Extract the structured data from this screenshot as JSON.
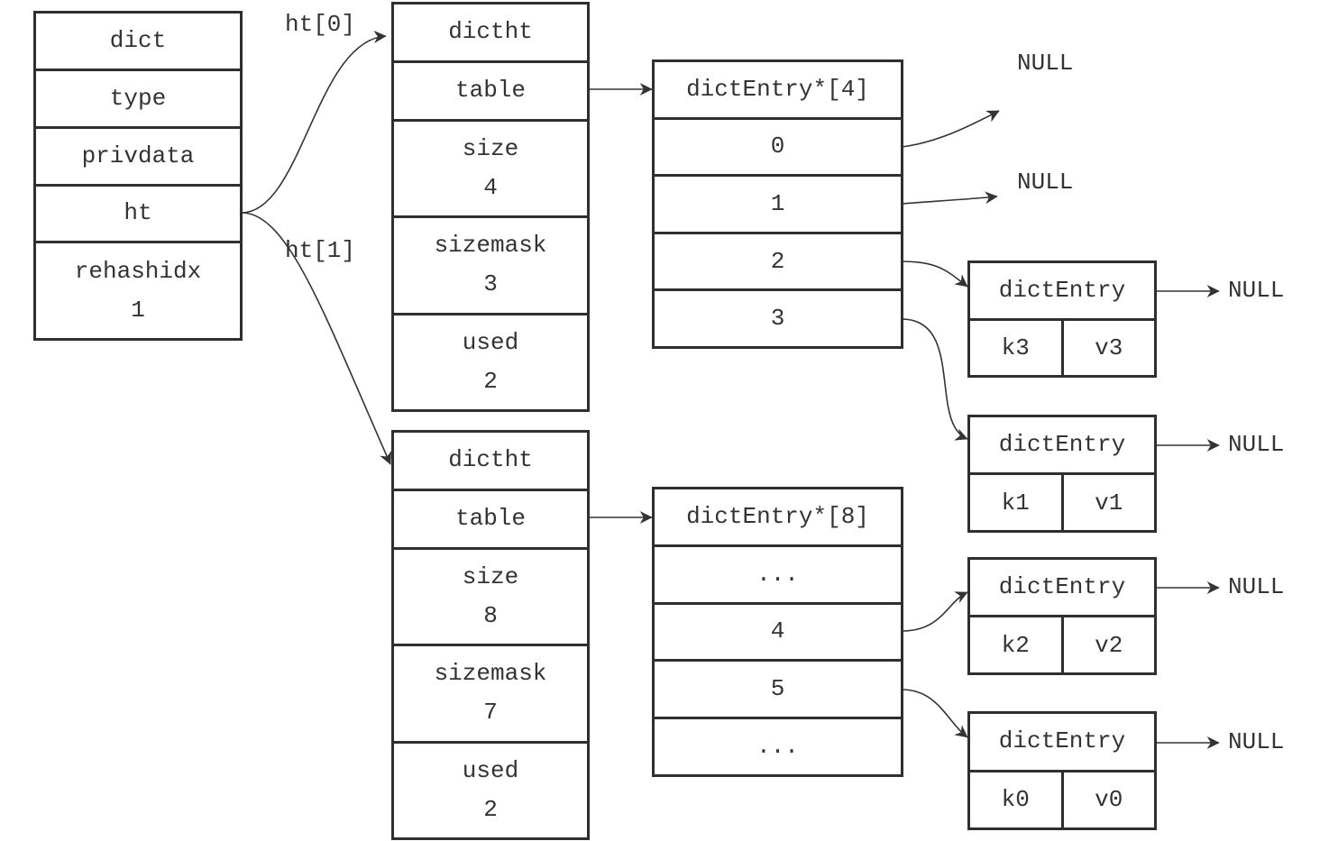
{
  "dict": {
    "title": "dict",
    "fields": [
      "type",
      "privdata",
      "ht"
    ],
    "rehashidx_label": "rehashidx",
    "rehashidx_value": "1"
  },
  "ht_labels": [
    "ht[0]",
    "ht[1]"
  ],
  "dictht": [
    {
      "title": "dictht",
      "table_label": "table",
      "size_label": "size",
      "size": "4",
      "sizemask_label": "sizemask",
      "sizemask": "3",
      "used_label": "used",
      "used": "2"
    },
    {
      "title": "dictht",
      "table_label": "table",
      "size_label": "size",
      "size": "8",
      "sizemask_label": "sizemask",
      "sizemask": "7",
      "used_label": "used",
      "used": "2"
    }
  ],
  "arrays": [
    {
      "title": "dictEntry*[4]",
      "slots": [
        "0",
        "1",
        "2",
        "3"
      ]
    },
    {
      "title": "dictEntry*[8]",
      "slots": [
        "...",
        "4",
        "5",
        "..."
      ]
    }
  ],
  "entries": [
    {
      "title": "dictEntry",
      "key": "k3",
      "value": "v3"
    },
    {
      "title": "dictEntry",
      "key": "k1",
      "value": "v1"
    },
    {
      "title": "dictEntry",
      "key": "k2",
      "value": "v2"
    },
    {
      "title": "dictEntry",
      "key": "k0",
      "value": "v0"
    }
  ],
  "null_label": "NULL",
  "colors": {
    "line": "#333333",
    "border": "#2f2f2f",
    "background": "#ffffff"
  }
}
